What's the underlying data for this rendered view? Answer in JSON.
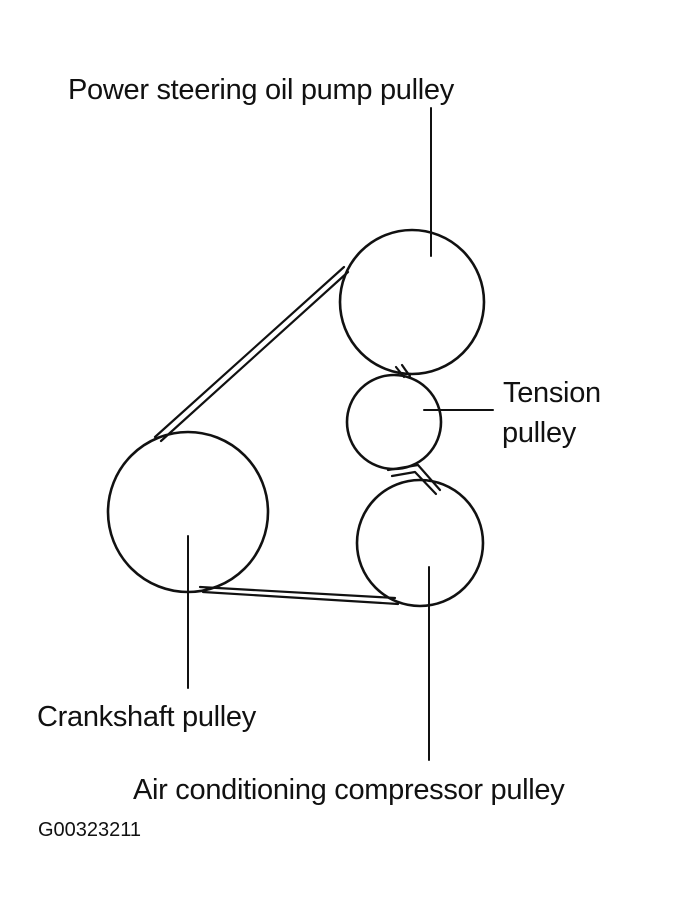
{
  "labels": {
    "power_steering": "Power steering oil pump pulley",
    "tension_line1": "Tension",
    "tension_line2": "pulley",
    "crankshaft": "Crankshaft pulley",
    "air_conditioning": "Air conditioning compressor pulley"
  },
  "figure_id": "G00323211",
  "colors": {
    "ink": "#111111",
    "background": "#ffffff"
  }
}
